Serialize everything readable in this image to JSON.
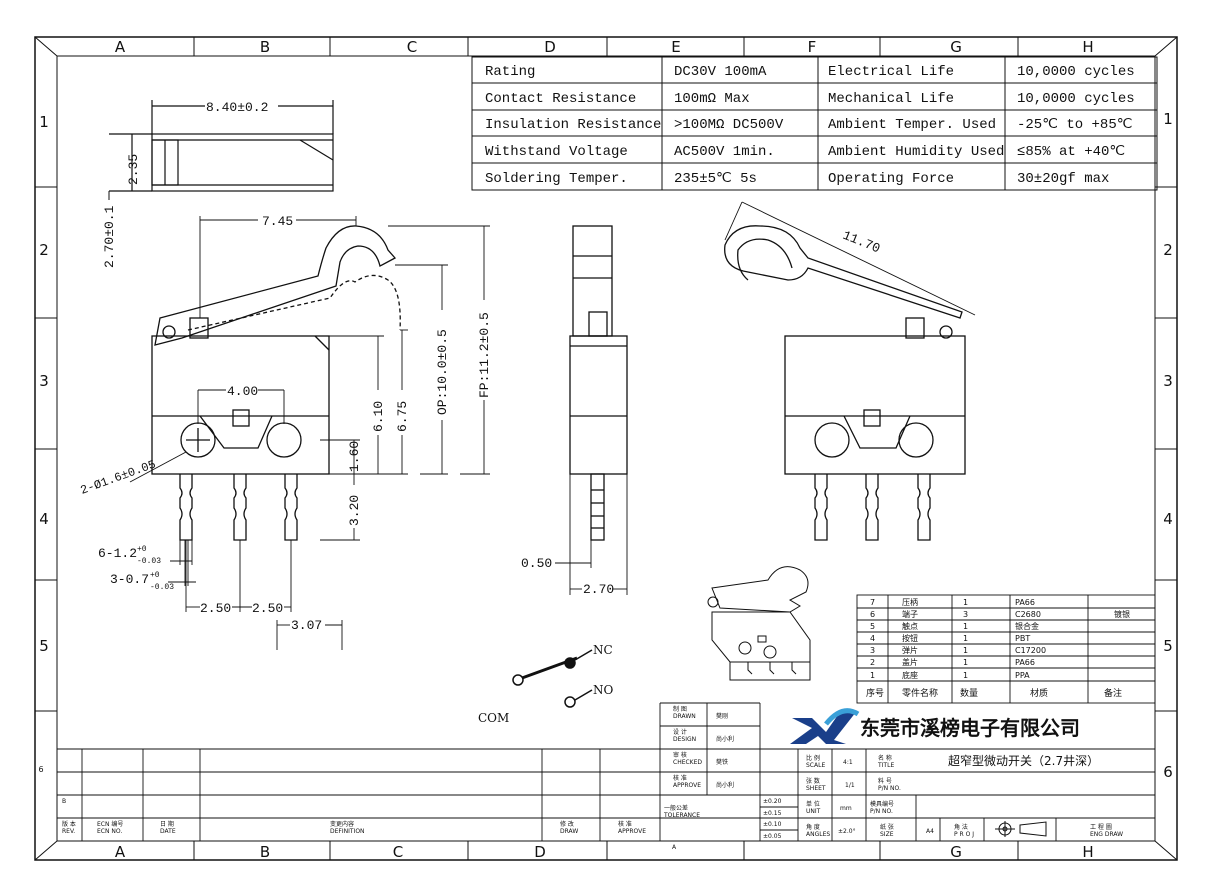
{
  "col_labels": [
    "A",
    "B",
    "C",
    "D",
    "E",
    "F",
    "G",
    "H"
  ],
  "row_labels": [
    "1",
    "2",
    "3",
    "4",
    "5",
    "6"
  ],
  "spec_table": [
    [
      "Rating",
      "DC30V 100mA",
      "Electrical Life",
      "10,0000 cycles"
    ],
    [
      "Contact Resistance",
      "100mΩ  Max",
      "Mechanical Life",
      "10,0000 cycles"
    ],
    [
      "Insulation Resistance",
      ">100MΩ  DC500V",
      "Ambient Temper. Used",
      "-25℃ to +85℃"
    ],
    [
      "Withstand Voltage",
      "AC500V   1min.",
      "Ambient Humidity Used",
      "≤85% at +40℃"
    ],
    [
      "Soldering Temper.",
      "235±5℃ 5s",
      "Operating Force",
      "30±20gf max"
    ]
  ],
  "dims": {
    "d840": "8.40±0.2",
    "d235": "2.35",
    "d270": "2.70±0.1",
    "d745": "7.45",
    "d400": "4.00",
    "d610": "6.10",
    "d675": "6.75",
    "op": "OP:10.0±0.5",
    "fp": "FP:11.2±0.5",
    "d160": "1.60",
    "d320": "3.20",
    "hole": "2-Ø1.6±0.05",
    "pin1_base": "6-1.2",
    "pin2_base": "3-0.7",
    "tol_up": "+0",
    "tol_dn": "-0.03",
    "d250a": "2.50",
    "d250b": "2.50",
    "d307": "3.07",
    "d050": "0.50",
    "d270b": "2.70",
    "d1170": "11.70"
  },
  "circuit": {
    "nc": "NC",
    "no": "NO",
    "com": "COM"
  },
  "bom": [
    [
      "7",
      "压柄",
      "1",
      "PA66",
      ""
    ],
    [
      "6",
      "端子",
      "3",
      "C2680",
      "镀银"
    ],
    [
      "5",
      "触点",
      "1",
      "银合金",
      ""
    ],
    [
      "4",
      "按钮",
      "1",
      "PBT",
      ""
    ],
    [
      "3",
      "弹片",
      "1",
      "C17200",
      ""
    ],
    [
      "2",
      "盖片",
      "1",
      "PA66",
      ""
    ],
    [
      "1",
      "底座",
      "1",
      "PPA",
      ""
    ]
  ],
  "bom_header": [
    "序号",
    "零件名称",
    "数量",
    "材质",
    "备注"
  ],
  "company": "东莞市溪榜电子有限公司",
  "title_block": {
    "drawn_label": "制 图\nDRAWN",
    "drawn": "樊刚",
    "design_label": "设 计\nDESIGN",
    "design": "尚小利",
    "checked_label": "审 核\nCHECKED",
    "checked": "樊铁",
    "approve_label": "核 准\nAPPROVE",
    "approve": "尚小利",
    "tolerance_label": "一般公差\nTOLERANCE",
    "tol1": "±0.20",
    "tol2": "±0.15",
    "tol3": "±0.10",
    "tol4": "±0.05",
    "scale_label": "比 例\nSCALE",
    "scale": "4:1",
    "sheet_label": "张 数\nSHEET",
    "sheet": "1/1",
    "unit_label": "单 位\nUNIT",
    "unit": "mm",
    "angles_label": "角 度\nANGLES",
    "angles": "±2.0°",
    "title_label": "名 称\nTITLE",
    "title": "超窄型微动开关（2.7井深）",
    "pn_label": "料 号\nP/N NO.",
    "mold_label": "模具编号\nP/N NO.",
    "size_label": "纸 张\nSIZE",
    "size": "A4",
    "proj_label": "角 法\nP R O J",
    "eng_label": "工 程 圖\nENG DRAW",
    "rev_label": "版 本\nREV.",
    "ecn_label": "ECN 编号\nECN NO.",
    "date_label": "日 期\nDATE",
    "def_label": "变更内容\nDEFINITION",
    "modify_label": "修 改\nDRAW",
    "approve2_label": "核 准\nAPPROVE",
    "rev_a": "A",
    "rev_b": "B"
  }
}
